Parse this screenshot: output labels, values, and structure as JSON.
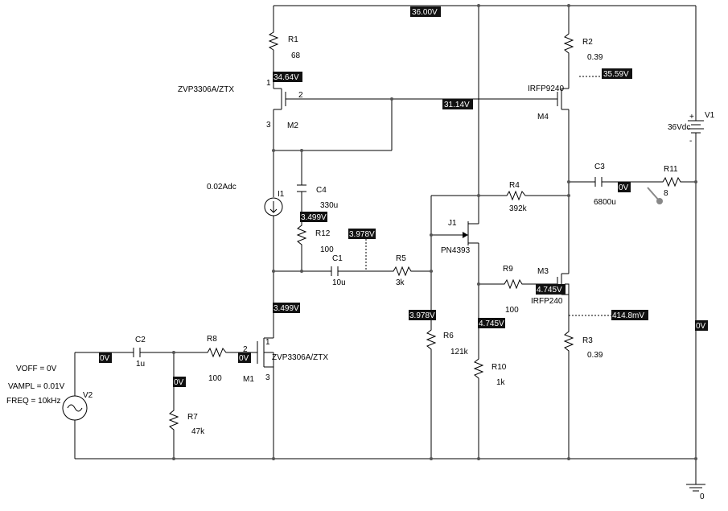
{
  "voltage_markers": [
    {
      "id": "v-36v",
      "text": "36.00V"
    },
    {
      "id": "v-34v",
      "text": "34.64V"
    },
    {
      "id": "v-31v",
      "text": "31.14V"
    },
    {
      "id": "v-35v",
      "text": "35.59V"
    },
    {
      "id": "v-3499a",
      "text": "3.499V"
    },
    {
      "id": "v-3978a",
      "text": "3.978V"
    },
    {
      "id": "v-3499b",
      "text": "3.499V"
    },
    {
      "id": "v-3978b",
      "text": "3.978V"
    },
    {
      "id": "v-4745a",
      "text": "4.745V"
    },
    {
      "id": "v-4745b",
      "text": "4.745V"
    },
    {
      "id": "v-414mv",
      "text": "414.8mV"
    },
    {
      "id": "v-0v-c3",
      "text": "0V"
    },
    {
      "id": "v-0v-out",
      "text": "0V"
    },
    {
      "id": "v-0v-in",
      "text": "0V"
    },
    {
      "id": "v-0v-m1",
      "text": "0V"
    },
    {
      "id": "v-0v-r7",
      "text": "0V"
    }
  ],
  "labels": {
    "r1": "R1",
    "r1_val": "68",
    "r2": "R2",
    "r2_val": "0.39",
    "r3": "R3",
    "r3_val": "0.39",
    "r4": "R4",
    "r4_val": "392k",
    "r5": "R5",
    "r5_val": "3k",
    "r6": "R6",
    "r6_val": "121k",
    "r7": "R7",
    "r7_val": "47k",
    "r8": "R8",
    "r8_val": "100",
    "r9": "R9",
    "r9_val": "100",
    "r10": "R10",
    "r10_val": "1k",
    "r11": "R11",
    "r11_val": "8",
    "r12": "R12",
    "r12_val": "100",
    "c1": "C1",
    "c1_val": "10u",
    "c2": "C2",
    "c2_val": "1u",
    "c3": "C3",
    "c3_val": "6800u",
    "c4": "C4",
    "c4_val": "330u",
    "m1": "M1",
    "m1_part": "ZVP3306A/ZTX",
    "m2": "M2",
    "m2_part": "ZVP3306A/ZTX",
    "m3": "M3",
    "m3_part": "IRFP240",
    "m4": "M4",
    "m4_part": "IRFP9240",
    "j1": "J1",
    "j1_part": "PN4393",
    "i1": "I1",
    "i1_val": "0.02Adc",
    "v1": "V1",
    "v1_val": "36Vdc",
    "v2": "V2",
    "voff": "VOFF = 0V",
    "vampl": "VAMPL = 0.01V",
    "freq": "FREQ = 10kHz",
    "gnd": "0",
    "pin1": "1",
    "pin2": "2",
    "pin3": "3"
  }
}
